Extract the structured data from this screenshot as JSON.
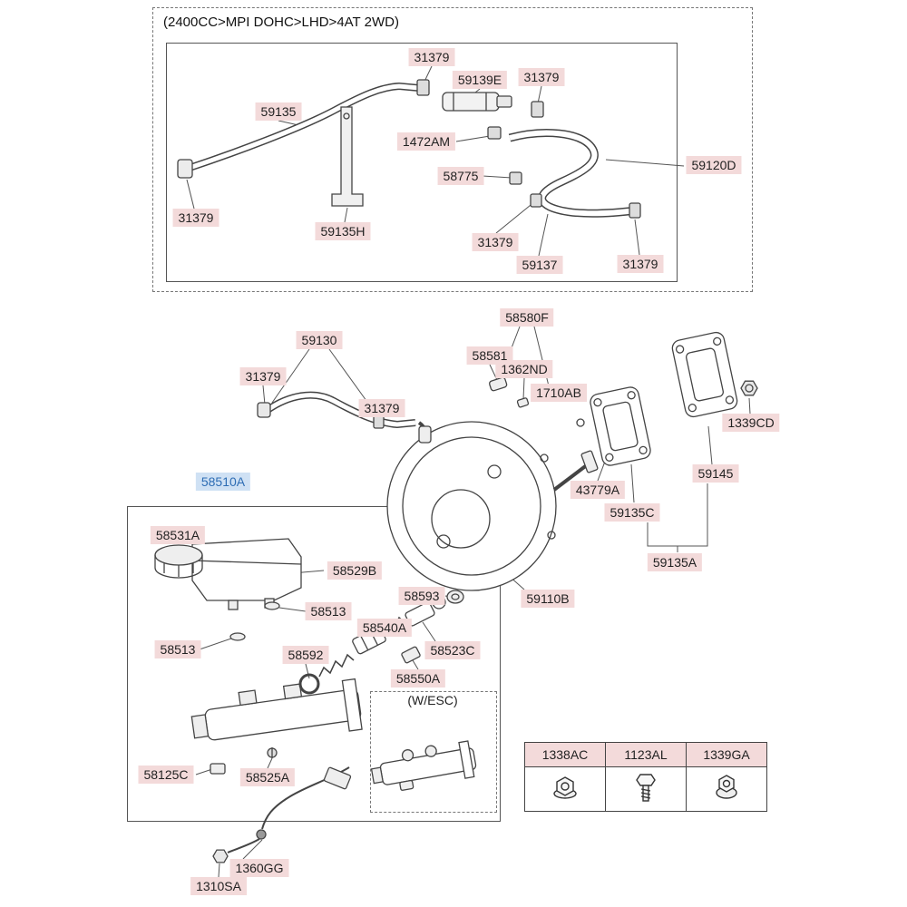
{
  "diagram": {
    "variant_title": "(2400CC>MPI DOHC>LHD>4AT 2WD)",
    "esc_title": "(W/ESC)"
  },
  "colors": {
    "label_bg": "#f3dada",
    "selected_label_bg": "#cfe1f4",
    "selected_label_text": "#2e6db4",
    "line": "#555555"
  },
  "labels": [
    {
      "text": "31379"
    },
    {
      "text": "59139E"
    },
    {
      "text": "31379"
    },
    {
      "text": "59135"
    },
    {
      "text": "1472AM"
    },
    {
      "text": "58775"
    },
    {
      "text": "59120D"
    },
    {
      "text": "31379"
    },
    {
      "text": "59135H"
    },
    {
      "text": "31379"
    },
    {
      "text": "59137"
    },
    {
      "text": "31379"
    },
    {
      "text": "58580F"
    },
    {
      "text": "59130"
    },
    {
      "text": "58581"
    },
    {
      "text": "1362ND"
    },
    {
      "text": "31379"
    },
    {
      "text": "1710AB"
    },
    {
      "text": "31379"
    },
    {
      "text": "1339CD"
    },
    {
      "text": "58510A",
      "selected": true
    },
    {
      "text": "43779A"
    },
    {
      "text": "59135C"
    },
    {
      "text": "59145"
    },
    {
      "text": "58531A"
    },
    {
      "text": "58529B"
    },
    {
      "text": "59135A"
    },
    {
      "text": "58513"
    },
    {
      "text": "58593"
    },
    {
      "text": "59110B"
    },
    {
      "text": "58540A"
    },
    {
      "text": "58513"
    },
    {
      "text": "58592"
    },
    {
      "text": "58523C"
    },
    {
      "text": "58550A"
    },
    {
      "text": "58125C"
    },
    {
      "text": "58525A"
    },
    {
      "text": "1360GG"
    },
    {
      "text": "1310SA"
    }
  ],
  "table": {
    "headers": [
      "1338AC",
      "1123AL",
      "1339GA"
    ],
    "icons": [
      "flange-nut-icon",
      "bolt-icon",
      "flange-nut-icon"
    ]
  }
}
